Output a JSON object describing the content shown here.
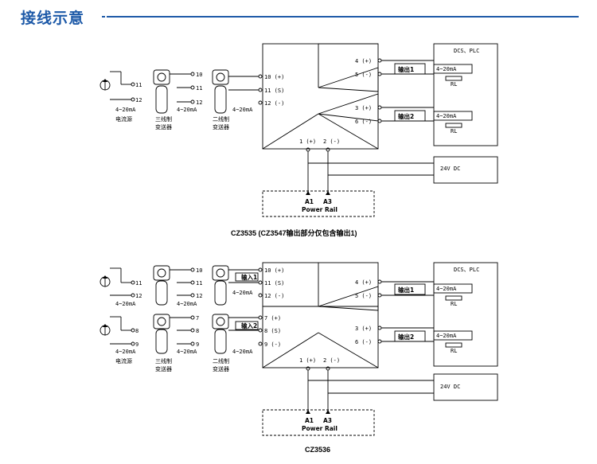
{
  "header": {
    "title": "接线示意"
  },
  "common": {
    "current_source": "电流源",
    "three_wire_l1": "三线制",
    "three_wire_l2": "变送器",
    "two_wire_l1": "二线制",
    "two_wire_l2": "变送器",
    "ma": "4~20mA",
    "plus": "+",
    "minus": "-",
    "s": "S",
    "dcs": "DCS、PLC",
    "rl": "RL",
    "dc24": "24V DC",
    "a1": "A1",
    "a3": "A3",
    "power_rail": "Power Rail",
    "t_p1": "1 (+)",
    "t_p2": "2 (-)"
  },
  "diagram1": {
    "caption": "CZ3535 (CZ3547输出部分仅包含输出1)",
    "in_terms": [
      "10 (+)",
      "11 (S)",
      "12 (-)"
    ],
    "src_terms": [
      "11",
      "12"
    ],
    "tw_terms": [
      "10",
      "11",
      "12"
    ],
    "out_terms": [
      "4 (+)",
      "5 (-)",
      "3 (+)",
      "6 (-)"
    ],
    "out1": "输出1",
    "out2": "输出2"
  },
  "diagram2": {
    "caption": "CZ3536",
    "in_terms_a": [
      "10 (+)",
      "11 (S)",
      "12 (-)"
    ],
    "in_terms_b": [
      "7 (+)",
      "8 (S)",
      "9 (-)"
    ],
    "in1": "输入1",
    "in2": "输入2",
    "src_terms_a": [
      "11",
      "12"
    ],
    "src_terms_b": [
      "8",
      "9"
    ],
    "tw_terms_a": [
      "10",
      "11",
      "12"
    ],
    "tw_terms_b": [
      "7",
      "8",
      "9"
    ],
    "out_terms": [
      "4 (+)",
      "5 (-)",
      "3 (+)",
      "6 (-)"
    ],
    "out1": "输出1",
    "out2": "输出2"
  }
}
